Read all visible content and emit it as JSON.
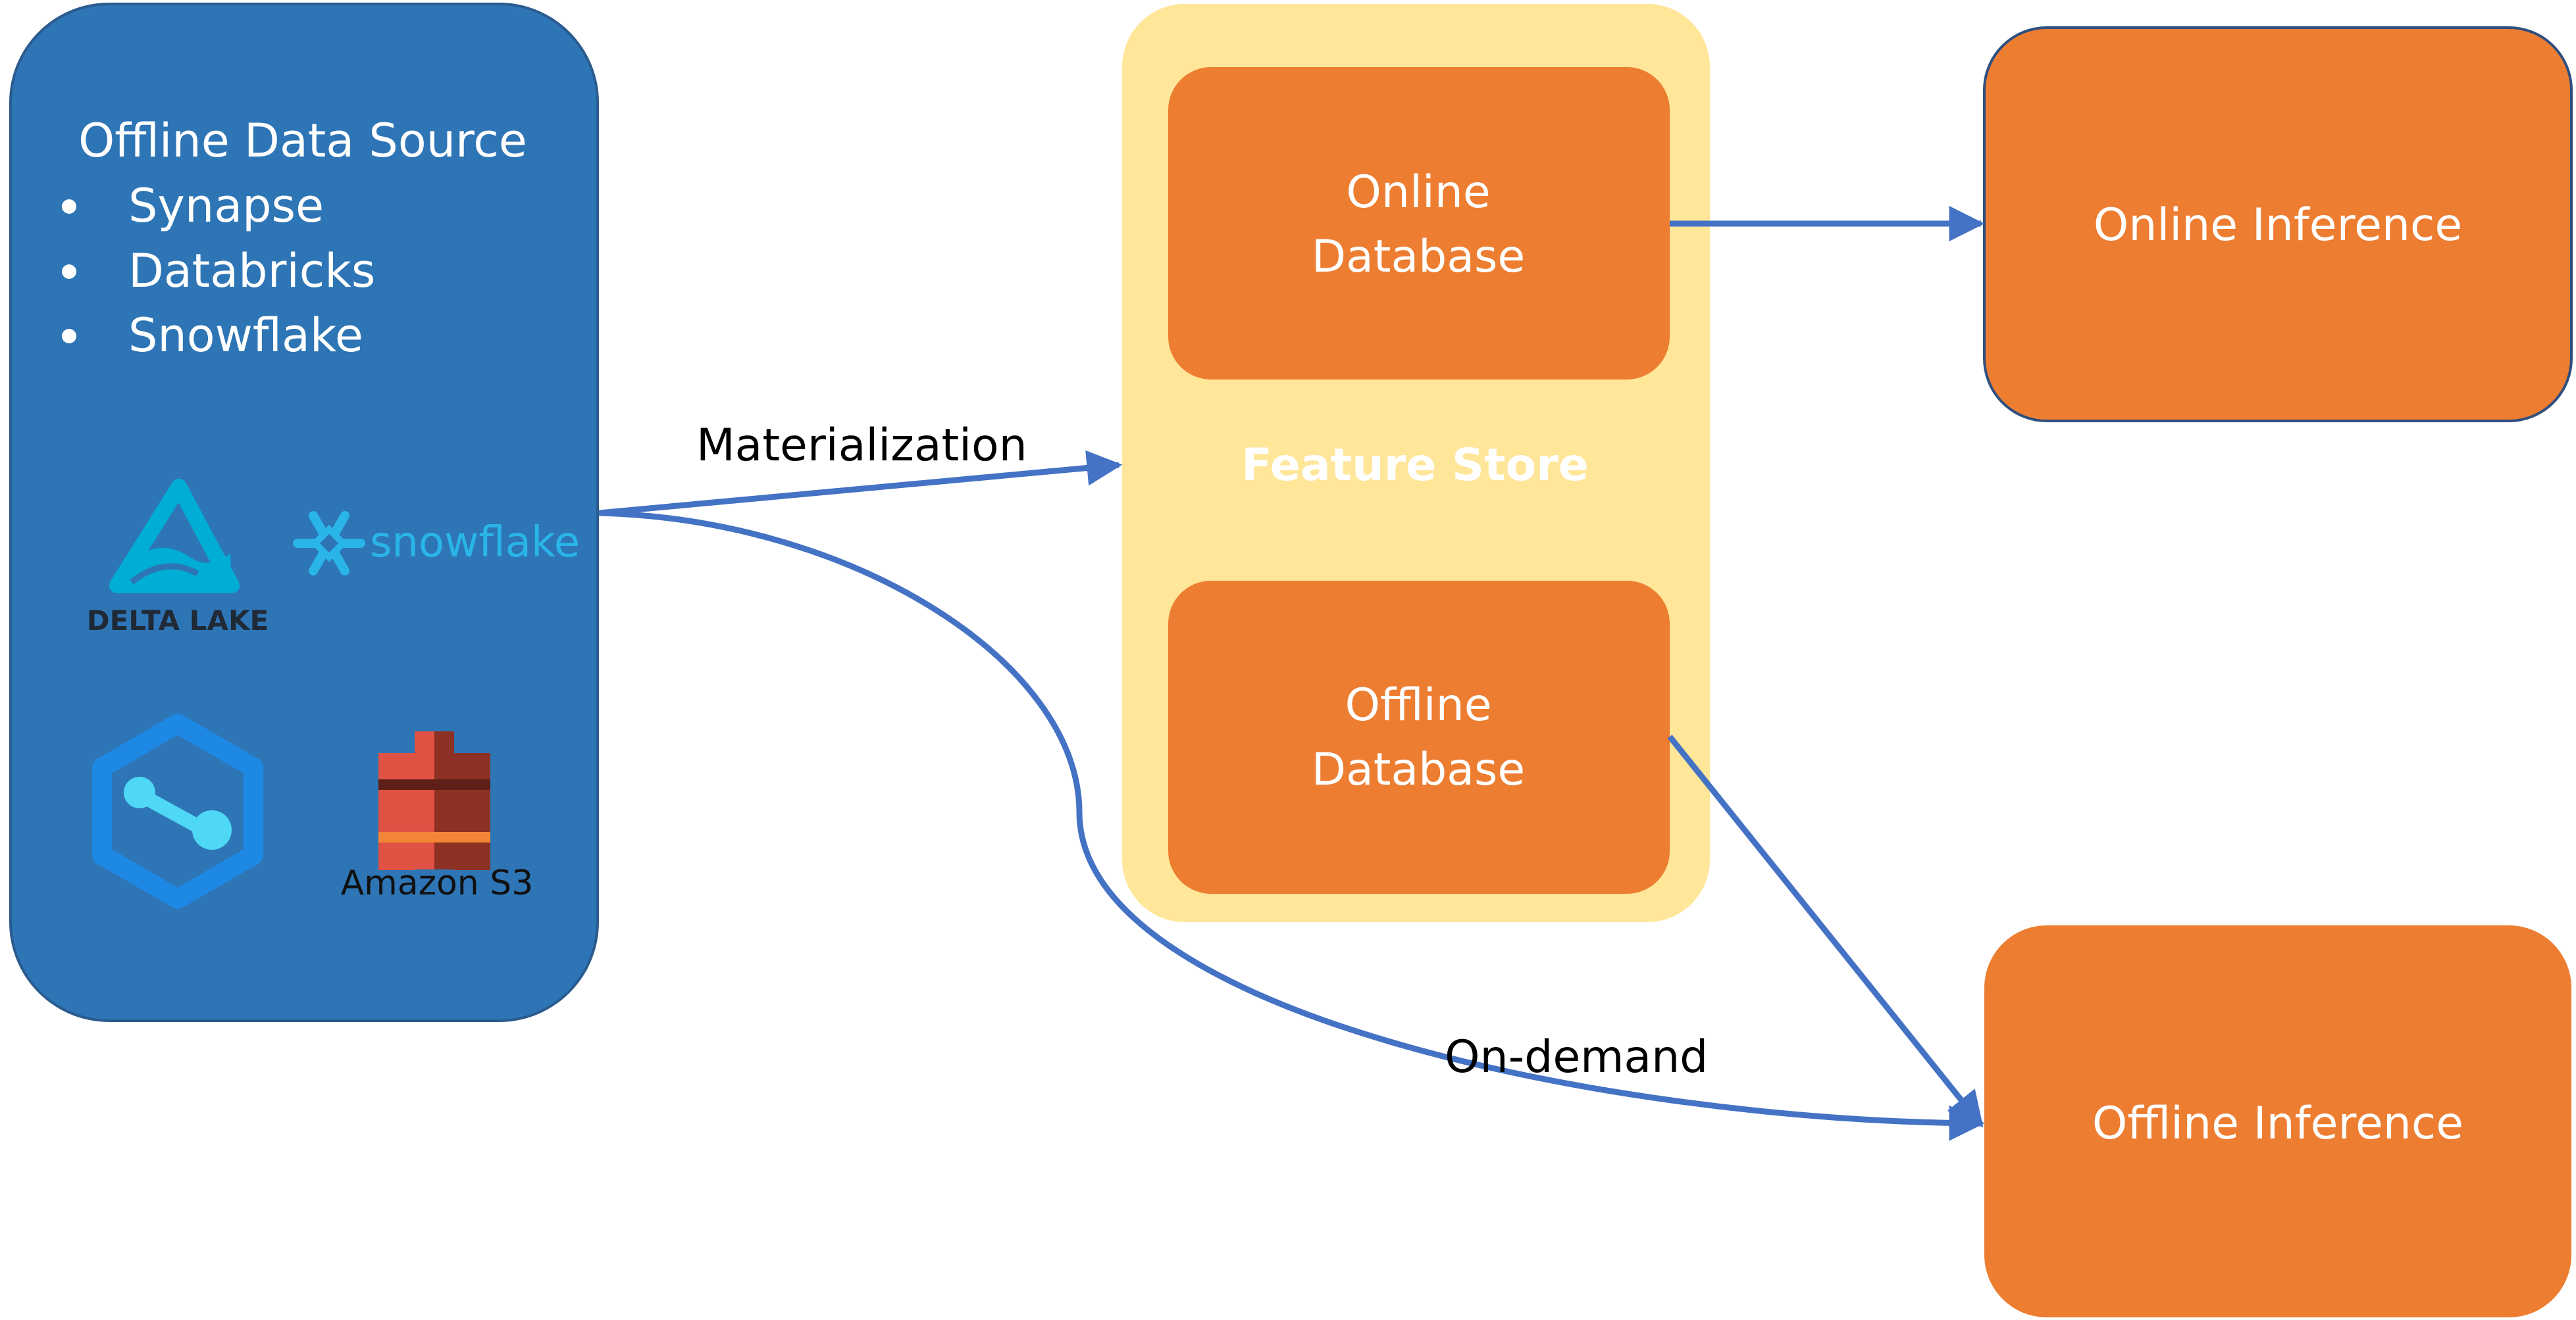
{
  "source": {
    "title": "Offline Data Source",
    "items": [
      "Synapse",
      "Databricks",
      "Snowflake"
    ],
    "logos": {
      "delta_lake": {
        "icon": "delta-lake-icon",
        "text": "DELTA LAKE"
      },
      "snowflake": {
        "icon": "snowflake-icon",
        "text": "snowflake"
      },
      "synapse": {
        "icon": "azure-synapse-icon"
      },
      "s3": {
        "icon": "amazon-s3-icon",
        "text": "Amazon S3"
      }
    }
  },
  "feature_store": {
    "title": "Feature Store",
    "online_db": {
      "line1": "Online",
      "line2": "Database"
    },
    "offline_db": {
      "line1": "Offline",
      "line2": "Database"
    }
  },
  "targets": {
    "online_inference": "Online Inference",
    "offline_inference": "Offline Inference"
  },
  "edges": {
    "materialization": "Materialization",
    "on_demand": "On-demand"
  },
  "colors": {
    "source_fill": "#2e75b6",
    "source_stroke": "#2a5b8f",
    "feature_store_fill": "#ffe699",
    "box_fill": "#ed7d31",
    "arrow": "#4472c4",
    "snowflake_blue": "#29b5e8",
    "synapse_blue": "#1e88e5",
    "s3_red": "#e05243",
    "s3_dark": "#8c3123",
    "delta_teal": "#00add4"
  }
}
